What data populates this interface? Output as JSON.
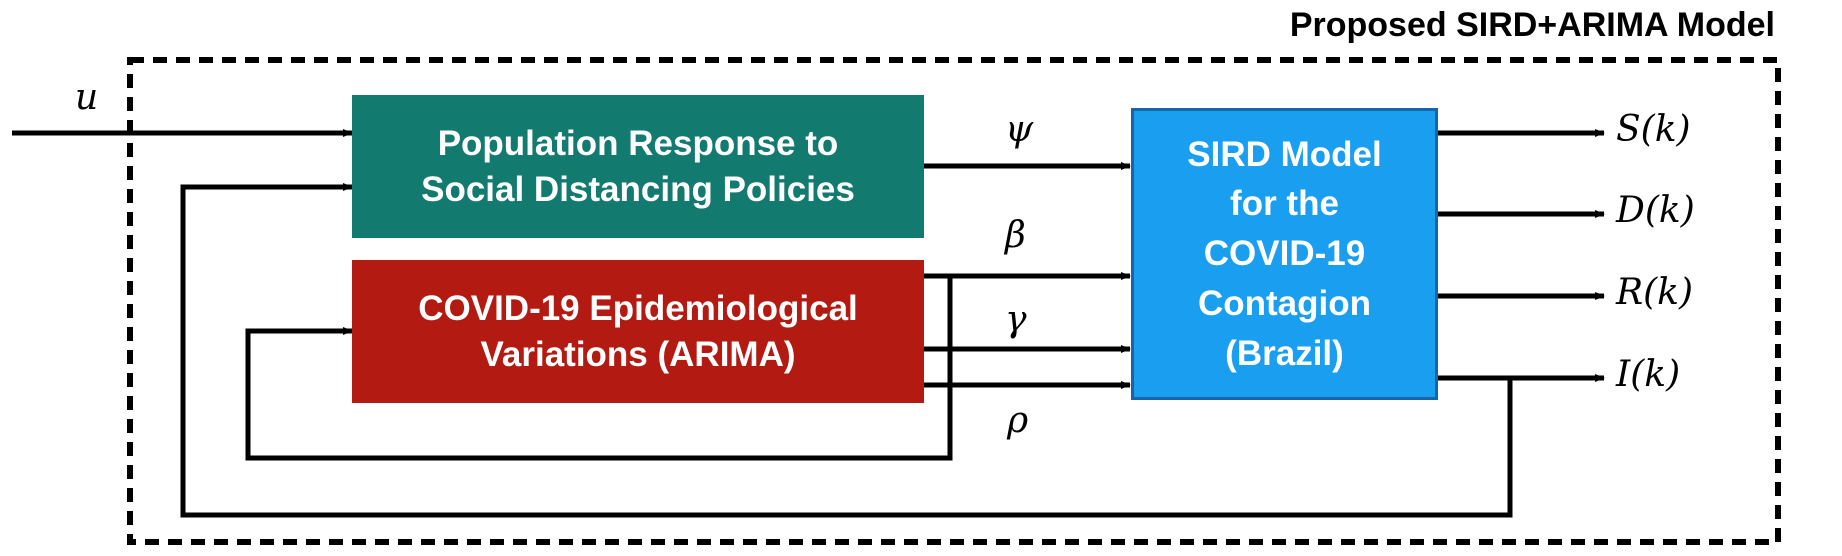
{
  "title": "Proposed SIRD+ARIMA Model",
  "input_label": "u",
  "blocks": {
    "population_response": {
      "text": "Population Response to\nSocial Distancing Policies",
      "color": "#137a70"
    },
    "arima": {
      "text": "COVID-19 Epidemiological\nVariations (ARIMA)",
      "color": "#b31b12"
    },
    "sird": {
      "text": "SIRD Model\nfor the\nCOVID-19\nContagion\n(Brazil)",
      "color": "#1a9ff0",
      "border_color": "#1565a8"
    }
  },
  "parameters": {
    "psi": "ψ",
    "beta": "β",
    "gamma": "γ",
    "rho": "ρ"
  },
  "outputs": {
    "s": "S(k)",
    "d": "D(k)",
    "r": "R(k)",
    "i": "I(k)"
  }
}
